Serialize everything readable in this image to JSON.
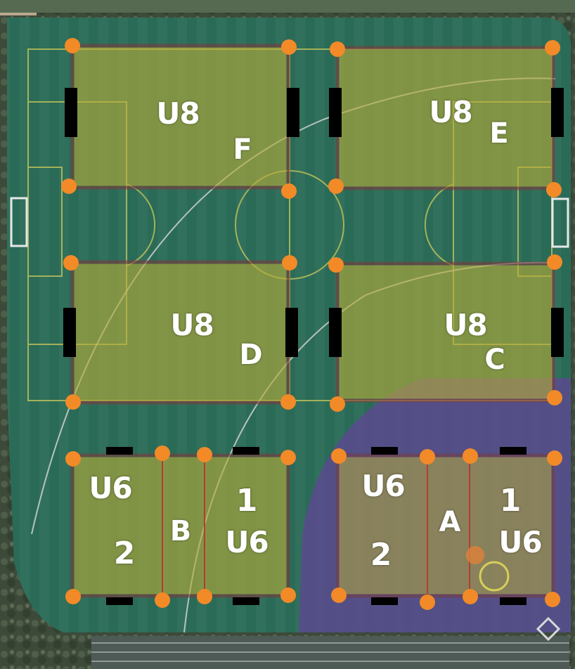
{
  "fields": [
    {
      "id": "F",
      "age_label": "U8",
      "field_letter": "F"
    },
    {
      "id": "E",
      "age_label": "U8",
      "field_letter": "E"
    },
    {
      "id": "D",
      "age_label": "U8",
      "field_letter": "D"
    },
    {
      "id": "C",
      "age_label": "U8",
      "field_letter": "C"
    },
    {
      "id": "B",
      "field_letter": "B",
      "sub1_number": "1",
      "sub1_age": "U6",
      "sub2_number": "2",
      "sub2_age": "U6"
    },
    {
      "id": "A",
      "field_letter": "A",
      "sub1_number": "1",
      "sub1_age": "U6",
      "sub2_number": "2",
      "sub2_age": "U6"
    }
  ],
  "colors": {
    "grass": "#2a6b57",
    "field_overlay": "#b5ac3a",
    "field_border": "#7a3b3e",
    "infield": "#5a4a8e",
    "marker": "#f28a28",
    "goal": "#000000",
    "label": "#ffffff"
  },
  "icons": {
    "cone_marker": "orange-cone-marker-icon",
    "goal": "portable-goal-icon"
  }
}
